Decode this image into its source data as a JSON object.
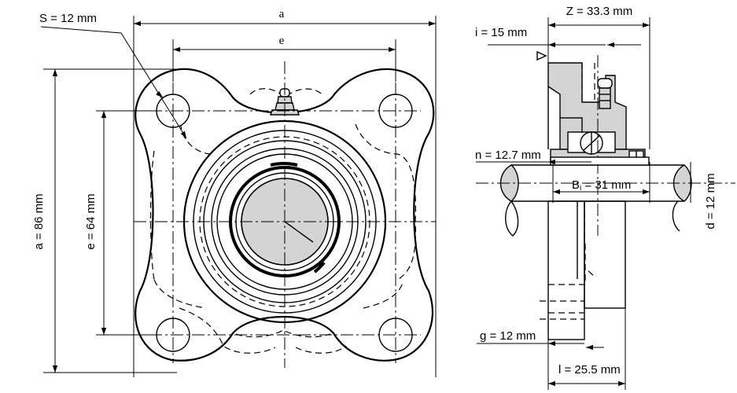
{
  "labels": {
    "s": "S = 12 mm",
    "a_top": "a",
    "e_top": "e",
    "a_side": "a = 86 mm",
    "e_side": "e = 64 mm",
    "z": "Z = 33.3 mm",
    "i": "i = 15 mm",
    "n": "n = 12.7 mm",
    "bi_prefix": "B",
    "bi_sub": "i",
    "bi_suffix": " = 31 mm",
    "d": "d = 12 mm",
    "g": "g = 12 mm",
    "l": "l = 25.5 mm"
  },
  "colors": {
    "line": "#000000",
    "fill_gray": "#d4d4d4"
  }
}
